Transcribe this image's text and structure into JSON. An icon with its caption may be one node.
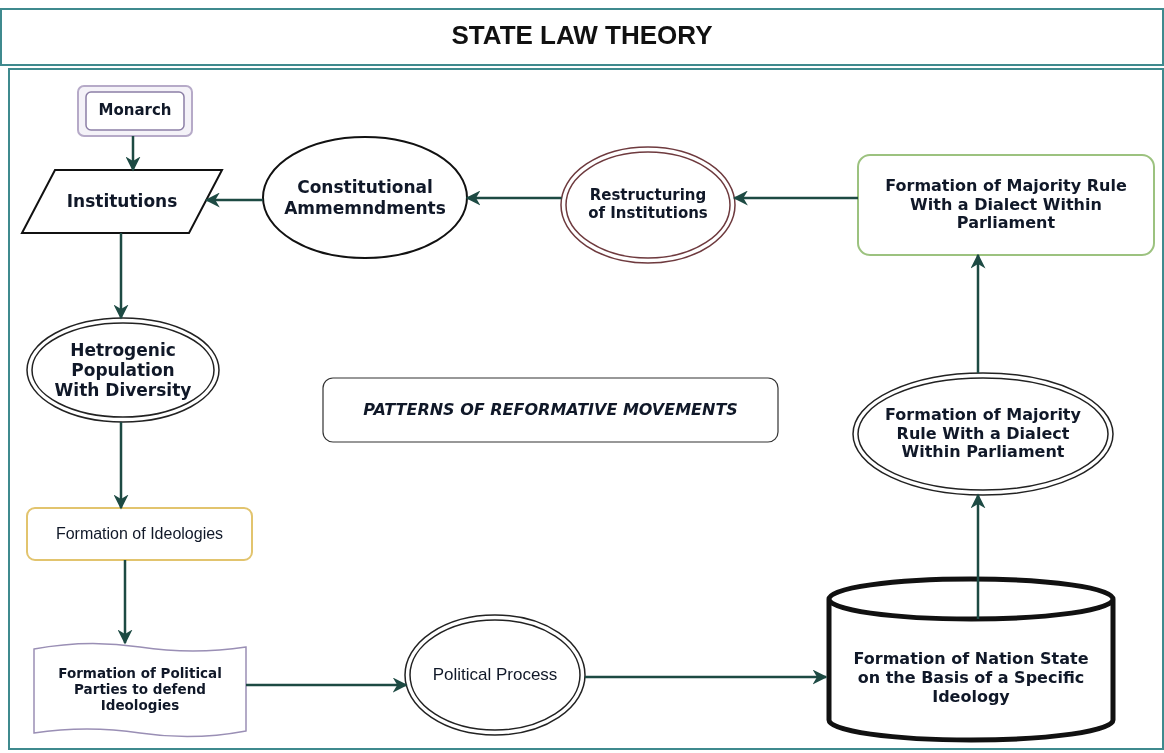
{
  "diagram": {
    "title": "STATE LAW THEORY",
    "nodes": [
      {
        "text": [
          "Monarch"
        ]
      },
      {
        "text": [
          "Institutions"
        ]
      },
      {
        "text": [
          "Constitutional Ammemndments"
        ]
      },
      {
        "text": [
          "Restructuring of Institutions"
        ]
      },
      {
        "text": [
          "Formation of Majority Rule With a Dialect Within Parliament"
        ]
      },
      {
        "text": [
          "Hetrogenic Population With Diversity"
        ]
      },
      {
        "text": [
          "PATTERNS OF REFORMATIVE MOVEMENTS"
        ]
      },
      {
        "text": [
          "Formation of Ideologies"
        ]
      },
      {
        "text": [
          "Formation of Political Parties to defend Ideologies"
        ]
      },
      {
        "text": [
          "Political Process"
        ]
      },
      {
        "text": [
          "Formation of Majority Rule With a Dialect Within Parliament"
        ]
      },
      {
        "text": [
          "Formation of Nation State on the Basis of a Specific Ideology"
        ]
      }
    ],
    "edges": [
      {
        "from": 0,
        "to": 1,
        "arrow": "to"
      },
      {
        "from": 2,
        "to": 1,
        "arrow": "to"
      },
      {
        "from": 3,
        "to": 2,
        "arrow": "to"
      },
      {
        "from": 4,
        "to": 3,
        "arrow": "to"
      },
      {
        "from": 1,
        "to": 5,
        "arrow": "to"
      },
      {
        "from": 5,
        "to": 7,
        "arrow": "to"
      },
      {
        "from": 7,
        "to": 8,
        "arrow": "to"
      },
      {
        "from": 8,
        "to": 9,
        "arrow": "to"
      },
      {
        "from": 9,
        "to": 11,
        "arrow": "to"
      },
      {
        "from": 11,
        "to": 10,
        "arrow": "to"
      },
      {
        "from": 10,
        "to": 4,
        "arrow": "to"
      }
    ]
  }
}
